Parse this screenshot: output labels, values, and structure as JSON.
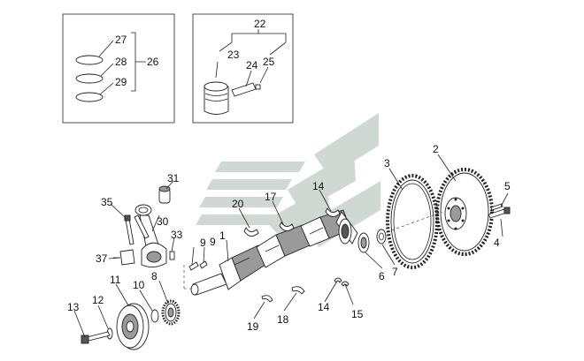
{
  "labels": {
    "l1": "1",
    "l2": "2",
    "l3": "3",
    "l4": "4",
    "l5": "5",
    "l6": "6",
    "l7": "7",
    "l8": "8",
    "l9a": "9",
    "l9b": "9",
    "l10": "10",
    "l11": "11",
    "l12": "12",
    "l13": "13",
    "l14a": "14",
    "l14b": "14",
    "l15": "15",
    "l17": "17",
    "l18": "18",
    "l19": "19",
    "l20": "20",
    "l22": "22",
    "l23": "23",
    "l24": "24",
    "l25": "25",
    "l26": "26",
    "l27": "27",
    "l28": "28",
    "l29": "29",
    "l30": "30",
    "l31": "31",
    "l33": "33",
    "l35": "35",
    "l37": "37"
  },
  "colors": {
    "watermark": "#cfd8d3",
    "line": "#222222",
    "shade": "#9a9a9a"
  }
}
